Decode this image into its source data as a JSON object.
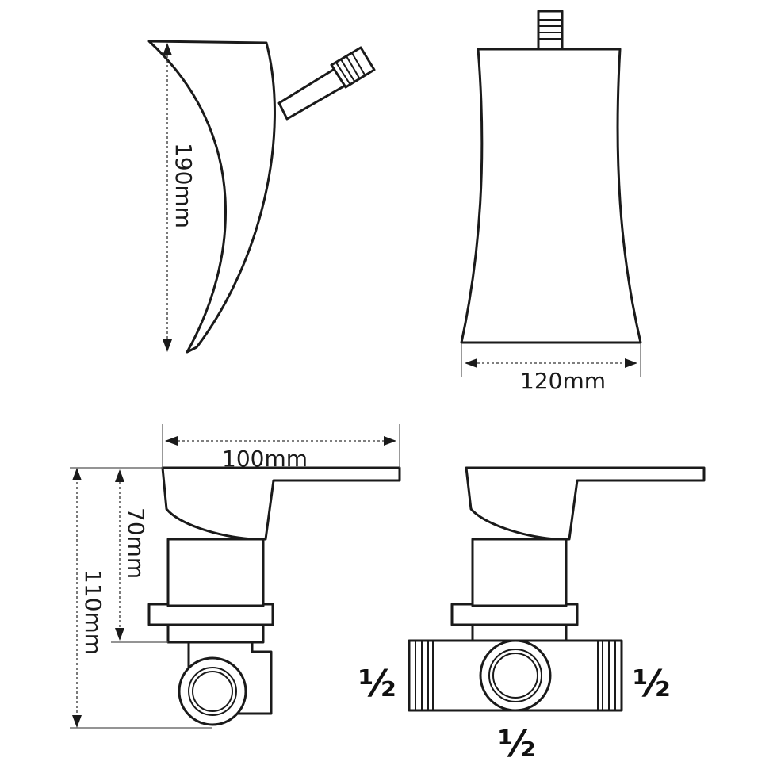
{
  "dimensions": {
    "height_side": "190mm",
    "width_front": "120mm",
    "lever_length": "100mm",
    "body_height": "70mm",
    "total_height": "110mm"
  },
  "connections": {
    "left": "½",
    "right": "½",
    "bottom": "½"
  },
  "colors": {
    "line": "#1a1a1a",
    "background": "#ffffff"
  }
}
